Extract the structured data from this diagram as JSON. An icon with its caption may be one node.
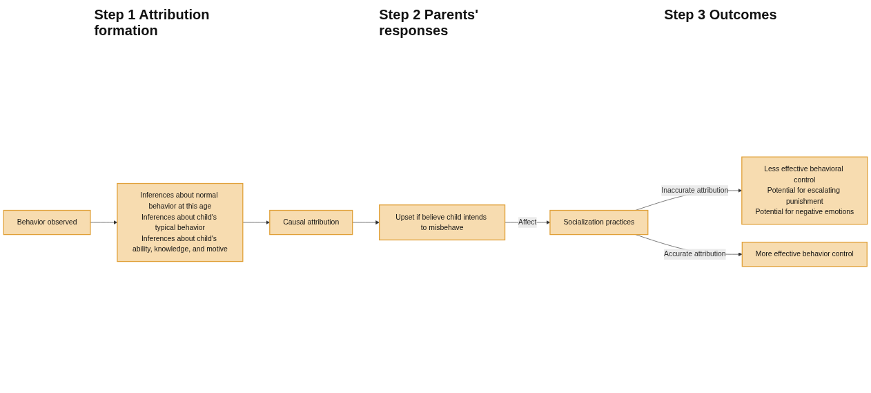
{
  "diagram": {
    "nodes": [
      {
        "text": [
          "Behavior observed"
        ]
      },
      {
        "text": [
          "Inferences about normal behavior at this age",
          "Inferences about child's typical behavior",
          "Inferences about child's ability, knowledge, and motive"
        ]
      },
      {
        "text": [
          "Causal attribution"
        ]
      },
      {
        "text": [
          "Upset if believe child intends to misbehave"
        ]
      },
      {
        "text": [
          "Socialization practices"
        ]
      },
      {
        "text": [
          "Less effective behavioral control",
          "Potential for escalating punishment",
          "Potential for negative emotions"
        ]
      },
      {
        "text": [
          "More effective behavior control"
        ]
      }
    ],
    "edges": [
      {
        "from": 0,
        "to": 1,
        "arrow": "to"
      },
      {
        "from": 1,
        "to": 2,
        "arrow": "to"
      },
      {
        "from": 2,
        "to": 3,
        "arrow": "to"
      },
      {
        "from": 3,
        "to": 4,
        "arrow": "to",
        "label": "Affect"
      },
      {
        "from": 4,
        "to": 5,
        "arrow": "to",
        "label": "Inaccurate attribution"
      },
      {
        "from": 4,
        "to": 6,
        "arrow": "to",
        "label": "Accurate attribution"
      }
    ],
    "labels": [
      "Step 1 Attribution formation",
      "Step 2 Parents' responses",
      "Step 3 Outcomes"
    ]
  }
}
